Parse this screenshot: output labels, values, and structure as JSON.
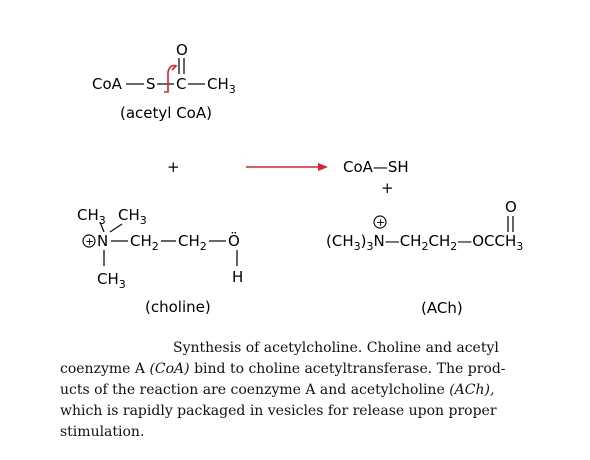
{
  "acetyl_coa": {
    "coa": "CoA",
    "s": "S",
    "c": "C",
    "ch3": "CH",
    "ch3_sub": "3",
    "o": "O",
    "label": "(acetyl CoA)"
  },
  "plus_left": "+",
  "products": {
    "coa_sh": "CoA—SH",
    "plus": "+"
  },
  "choline": {
    "ch3_a": "CH",
    "ch3_b": "CH",
    "ch3_c": "CH",
    "sub3": "3",
    "n": "N",
    "ch2_a": "CH",
    "ch2_b": "CH",
    "sub2": "2",
    "o": "Ö",
    "h": "H",
    "plus_charge": "+",
    "label": "(choline)"
  },
  "ach": {
    "plus_charge": "+",
    "prefix": "(CH",
    "prefix_sub": "3",
    "prefix_close": ")",
    "prefix_sub2": "3",
    "n": "N",
    "chain": "—CH",
    "sub2a": "2",
    "ch": "CH",
    "sub2b": "2",
    "dash": "—",
    "ester_o": "O",
    "ester_c": "C",
    "ester_ch3": "CH",
    "ester_sub": "3",
    "carbonyl_o": "O",
    "label": "(ACh)"
  },
  "colors": {
    "arrow": "#e0202a",
    "ink": "#111111"
  },
  "caption": {
    "line1": "Synthesis of acetylcholine. Choline and acetyl",
    "line2_a": "coenzyme A ",
    "line2_em": "(CoA)",
    "line2_b": " bind to choline acetyltransferase. The prod-",
    "line3_a": "ucts of the reaction are coenzyme A and acetylcholine ",
    "line3_em": "(ACh),",
    "line4": "which is rapidly packaged in vesicles for release upon proper",
    "line5": "stimulation."
  }
}
